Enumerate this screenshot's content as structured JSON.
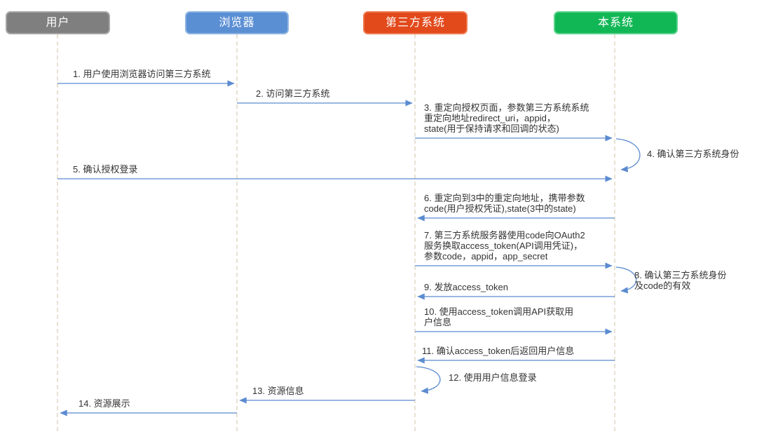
{
  "diagram": {
    "type": "sequence-diagram",
    "topic": "OAuth2 third-party login flow",
    "colors": {
      "actor_user": "#7F7F7F",
      "actor_browser": "#5B8FD4",
      "actor_third_party": "#E2491B",
      "actor_our_system": "#12B755",
      "arrow": "#5B8BD0",
      "lifeline": "#D7CDB3",
      "message_text": "#333333"
    },
    "actors": [
      {
        "id": "user",
        "label": "用户"
      },
      {
        "id": "browser",
        "label": "浏览器"
      },
      {
        "id": "third-party-system",
        "label": "第三方系统"
      },
      {
        "id": "our-system",
        "label": "本系统"
      }
    ],
    "messages": [
      {
        "n": 1,
        "from": "用户",
        "to": "浏览器",
        "self": false,
        "label": "1. 用户使用浏览器访问第三方系统"
      },
      {
        "n": 2,
        "from": "浏览器",
        "to": "第三方系统",
        "self": false,
        "label": "2. 访问第三方系统"
      },
      {
        "n": 3,
        "from": "第三方系统",
        "to": "本系统",
        "self": false,
        "label": "3. 重定向授权页面，参数第三方系统系统\n重定向地址redirect_uri，appid，\nstate(用于保持请求和回调的状态)"
      },
      {
        "n": 4,
        "from": "本系统",
        "to": "本系统",
        "self": true,
        "label": "4. 确认第三方系统身份"
      },
      {
        "n": 5,
        "from": "用户",
        "to": "本系统",
        "self": false,
        "label": "5. 确认授权登录"
      },
      {
        "n": 6,
        "from": "本系统",
        "to": "第三方系统",
        "self": false,
        "label": "6. 重定向到3中的重定向地址，携带参数\ncode(用户授权凭证),state(3中的state)"
      },
      {
        "n": 7,
        "from": "第三方系统",
        "to": "本系统",
        "self": false,
        "label": "7. 第三方系统服务器使用code向OAuth2\n服务换取access_token(API调用凭证)，\n参数code，appid，app_secret"
      },
      {
        "n": 8,
        "from": "本系统",
        "to": "本系统",
        "self": true,
        "label": "8. 确认第三方系统身份\n及code的有效"
      },
      {
        "n": 9,
        "from": "本系统",
        "to": "第三方系统",
        "self": false,
        "label": "9. 发放access_token"
      },
      {
        "n": 10,
        "from": "第三方系统",
        "to": "本系统",
        "self": false,
        "label": "10. 使用access_token调用API获取用\n户信息"
      },
      {
        "n": 11,
        "from": "本系统",
        "to": "第三方系统",
        "self": false,
        "label": "11. 确认access_token后返回用户信息"
      },
      {
        "n": 12,
        "from": "第三方系统",
        "to": "第三方系统",
        "self": true,
        "label": "12. 使用用户信息登录"
      },
      {
        "n": 13,
        "from": "第三方系统",
        "to": "浏览器",
        "self": false,
        "label": "13. 资源信息"
      },
      {
        "n": 14,
        "from": "浏览器",
        "to": "用户",
        "self": false,
        "label": "14. 资源展示"
      }
    ]
  }
}
